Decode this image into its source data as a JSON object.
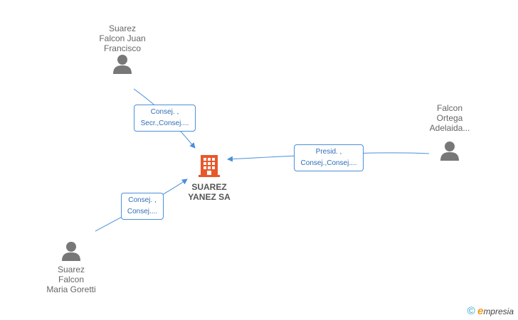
{
  "company": {
    "name_line1": "SUAREZ",
    "name_line2": "YANEZ SA",
    "icon": "building-icon",
    "color": "#e8572a"
  },
  "persons": [
    {
      "id": "p1",
      "lines": [
        "Suarez",
        "Falcon Juan",
        "Francisco"
      ],
      "icon": "person-icon"
    },
    {
      "id": "p2",
      "lines": [
        "Falcon",
        "Ortega",
        "Adelaida..."
      ],
      "icon": "person-icon"
    },
    {
      "id": "p3",
      "lines": [
        "Suarez",
        "Falcon",
        "Maria Goretti"
      ],
      "icon": "person-icon"
    }
  ],
  "edges": [
    {
      "from": "p1",
      "lines": [
        "Consej. ,",
        "Secr.,Consej...."
      ]
    },
    {
      "from": "p2",
      "lines": [
        "Presid. ,",
        "Consej.,Consej...."
      ]
    },
    {
      "from": "p3",
      "lines": [
        "Consej. ,",
        "Consej...."
      ]
    }
  ],
  "footer": {
    "copyright_symbol": "©",
    "brand_initial": "e",
    "brand_rest": "mpresia"
  },
  "colors": {
    "edge": "#4a90d9",
    "person": "#777777"
  }
}
